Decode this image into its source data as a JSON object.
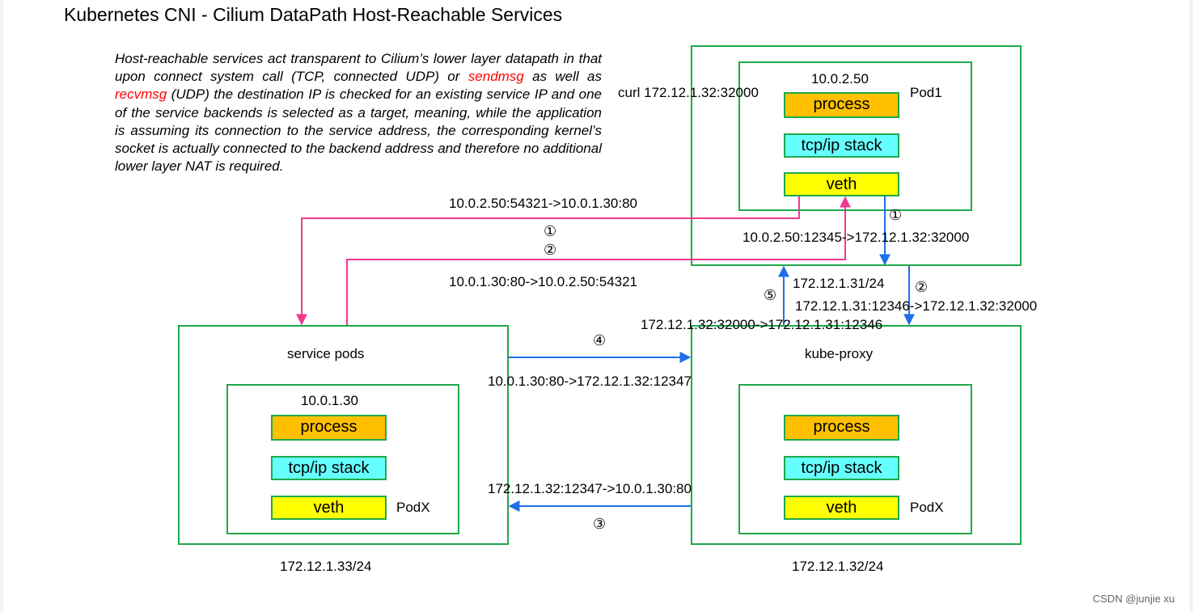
{
  "title": "Kubernetes CNI - Cilium DataPath Host-Reachable Services",
  "description": {
    "p1": "Host-reachable services act transparent to Cilium’s lower layer datapath in that upon connect system call (TCP, connected UDP) or ",
    "kw1": "sendmsg",
    "p2": " as well as ",
    "kw2": "recvmsg",
    "p3": " (UDP) the destination IP is checked for an existing service IP and one of the service backends is selected as a target, meaning, while the application is assuming its connection to the service address, the corresponding kernel’s socket is actually connected to the backend address and therefore no additional lower layer NAT is required."
  },
  "top_node": {
    "curl": "curl 172.12.1.32:32000",
    "pod_ip": "10.0.2.50",
    "pod_name": "Pod1",
    "process": "process",
    "stack": "tcp/ip stack",
    "veth": "veth",
    "node_ip": "172.12.1.31/24"
  },
  "service_node": {
    "label": "service pods",
    "pod_ip": "10.0.1.30",
    "process": "process",
    "stack": "tcp/ip stack",
    "veth": "veth",
    "pod_name": "PodX",
    "node_ip": "172.12.1.33/24"
  },
  "proxy_node": {
    "label": "kube-proxy",
    "process": "process",
    "stack": "tcp/ip stack",
    "veth": "veth",
    "pod_name": "PodX",
    "node_ip": "172.12.1.32/24"
  },
  "flows": {
    "pink1": "10.0.2.50:54321->10.0.1.30:80",
    "pink2": "10.0.1.30:80->10.0.2.50:54321",
    "blue1": "10.0.2.50:12345->172.12.1.32:32000",
    "blue2": "172.12.1.31:12346->172.12.1.32:32000",
    "blue3": "172.12.1.32:12347->10.0.1.30:80",
    "blue4": "10.0.1.30:80->172.12.1.32:12347",
    "blue5": "172.12.1.32:32000->172.12.1.31:12346"
  },
  "steps": {
    "pink_1": "①",
    "pink_2": "②",
    "blue_1": "①",
    "blue_2": "②",
    "blue_3": "③",
    "blue_4": "④",
    "blue_5": "⑤"
  },
  "watermark": "CSDN @junjie xu",
  "colors": {
    "box_border": "#1fa94b",
    "process": "#ffc000",
    "stack": "#66ffff",
    "veth": "#ffff00",
    "pink_flow": "#f0388f",
    "blue_flow": "#1f6fe8",
    "highlight": "#ff0000"
  }
}
